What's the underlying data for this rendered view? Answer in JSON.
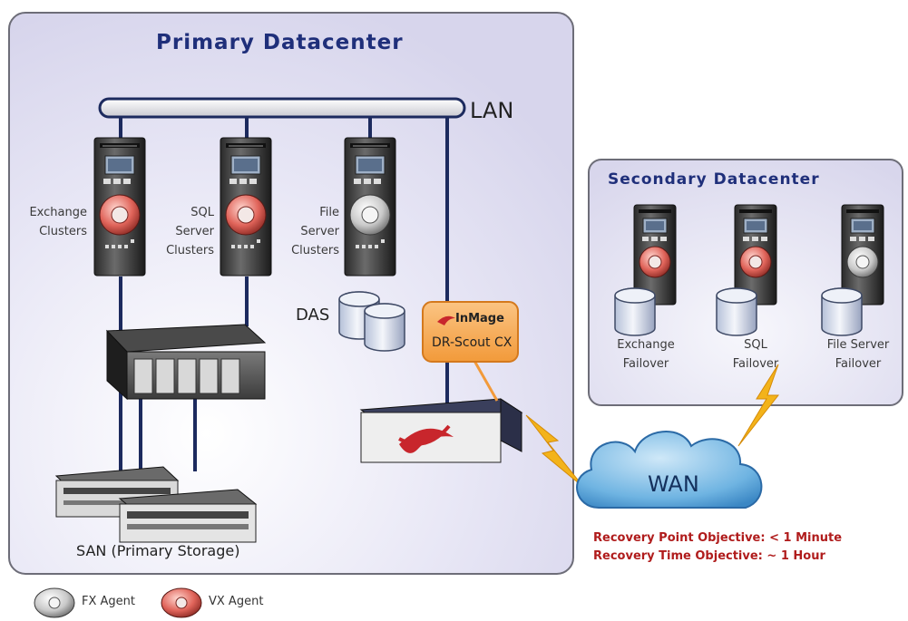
{
  "primary": {
    "title": "Primary Datacenter",
    "lan_label": "LAN",
    "servers": [
      {
        "line1": "Exchange",
        "line2": "Clusters",
        "line3": "",
        "agent": "VX"
      },
      {
        "line1": "SQL",
        "line2": "Server",
        "line3": "Clusters",
        "agent": "VX"
      },
      {
        "line1": "File",
        "line2": "Server",
        "line3": "Clusters",
        "agent": "FX"
      }
    ],
    "das_label": "DAS",
    "san_label": "SAN (Primary Storage)",
    "appliance": {
      "brand": "InMage",
      "product": "DR-Scout CX"
    }
  },
  "secondary": {
    "title": "Secondary Datacenter",
    "servers": [
      {
        "line1": "Exchange",
        "line2": "Failover",
        "agent": "VX"
      },
      {
        "line1": "SQL",
        "line2": "Failover",
        "agent": "VX"
      },
      {
        "line1": "File Server",
        "line2": "Failover",
        "agent": "FX"
      }
    ]
  },
  "wan": {
    "label": "WAN",
    "rpo": "Recovery Point Objective: < 1 Minute",
    "rto": "Recovery Time Objective: ~ 1 Hour"
  },
  "legend": {
    "fx_label": "FX Agent",
    "vx_label": "VX Agent"
  },
  "colors": {
    "panel_bg": "#e4e3f3",
    "panel_border": "#6d6d78",
    "title": "#1f2f7a",
    "cable": "#1c2a5e",
    "vx_agent": "#e0645a",
    "fx_agent": "#c9c9c9",
    "cloud": "#4f9fd6",
    "objective_text": "#b01c1c",
    "appliance_label_bg": "#f6a650",
    "lightning": "#f3b31a"
  }
}
